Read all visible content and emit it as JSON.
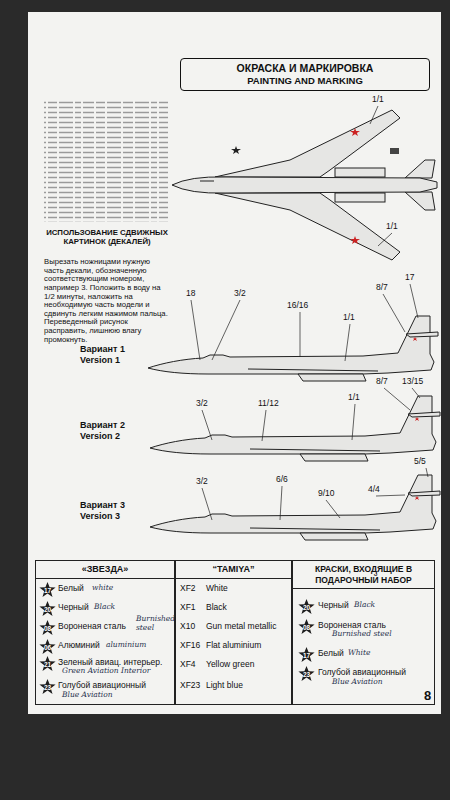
{
  "diagram": {
    "nodes": [
      {
        "text": [
          "ОКРАСКА И МАРКИРОВКА",
          "PAINTING AND MARKING"
        ]
      },
      {
        "text": [
          "«ЗВЕЗДА»"
        ]
      },
      {
        "text": [
          "17"
        ],
        "in": 1
      },
      {
        "text": [
          "20"
        ],
        "in": 1
      },
      {
        "text": [
          "08"
        ],
        "in": 1
      },
      {
        "text": [
          "06"
        ],
        "in": 1
      },
      {
        "text": [
          "21"
        ],
        "in": 1
      },
      {
        "text": [
          "23"
        ],
        "in": 1
      },
      {
        "text": [
          "“TAMIYA”"
        ]
      },
      {
        "text": [
          "КРАСКИ, ВХОДЯЩИЕ В ПОДАРОЧНЫЙ НАБОР"
        ]
      },
      {
        "text": [
          "20"
        ],
        "in": 9
      },
      {
        "text": [
          "08"
        ],
        "in": 9
      },
      {
        "text": [
          "17"
        ],
        "in": 9
      },
      {
        "text": [
          "23"
        ],
        "in": 9
      }
    ],
    "labels": [
      "1/1",
      "1/1",
      "ИСПОЛЬЗОВАНИЕ СДВИЖНЫХ КАРТИНОК (ДЕКАЛЕЙ)",
      "Вырезать ножницами нужную часть декали, обозначенную соответствующим номером, например 3. Положить в воду на 1/2 минуты, наложить на необходимую часть модели и сдвинуть легким нажимом пальца. Переведенный рисунок расправить, лишнюю влагу промокнуть.",
      "18",
      "3/2",
      "16/16",
      "8/7",
      "17",
      "1/1",
      "Вариант 1",
      "Version 1",
      "3/2",
      "11/12",
      "1/1",
      "8/7",
      "13/15",
      "Вариант 2",
      "Version 2",
      "3/2",
      "6/6",
      "9/10",
      "4/4",
      "5/5",
      "Вариант 3",
      "Version 3",
      "Белый",
      "white",
      "Черный",
      "Black",
      "Вороненая сталь",
      "Burnished steel",
      "Алюминий",
      "aluminium",
      "Зеленый авиац. интерьер.",
      "Green Aviation Interior",
      "Голубой авиационный",
      "Blue Aviation",
      "XF2",
      "White",
      "XF1",
      "Black",
      "X10",
      "Gun metal metallic",
      "XF16",
      "Flat aluminium",
      "XF4",
      "Yellow green",
      "XF23",
      "Light blue",
      "Черный",
      "Black",
      "Вороненая сталь",
      "Burnished steel",
      "Белый",
      "White",
      "Голубой авиационный",
      "Blue Aviation",
      "8"
    ]
  }
}
